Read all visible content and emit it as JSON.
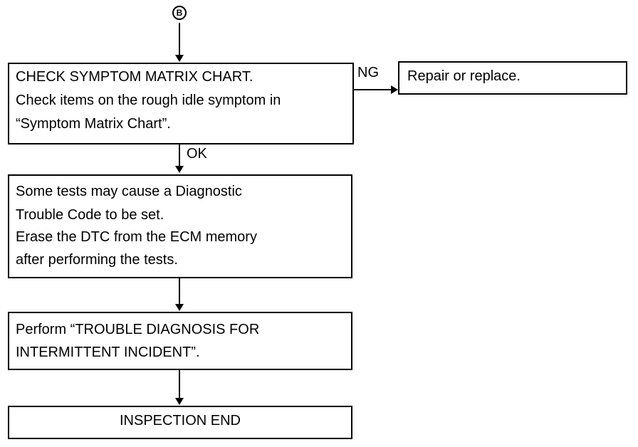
{
  "start_marker": "B",
  "boxes": {
    "check_matrix": {
      "lines": [
        "CHECK SYMPTOM MATRIX CHART.",
        "Check items on the rough idle symptom in",
        "“Symptom Matrix Chart”."
      ]
    },
    "repair": {
      "lines": [
        "Repair or replace."
      ]
    },
    "tests": {
      "lines": [
        "Some tests may cause a Diagnostic",
        "Trouble Code to be set.",
        "Erase the DTC from the ECM memory",
        "after performing the tests."
      ]
    },
    "perform": {
      "lines": [
        "Perform “TROUBLE DIAGNOSIS FOR",
        "INTERMITTENT INCIDENT”."
      ]
    },
    "end": {
      "lines": [
        "INSPECTION END"
      ]
    }
  },
  "labels": {
    "ng": "NG",
    "ok": "OK"
  }
}
